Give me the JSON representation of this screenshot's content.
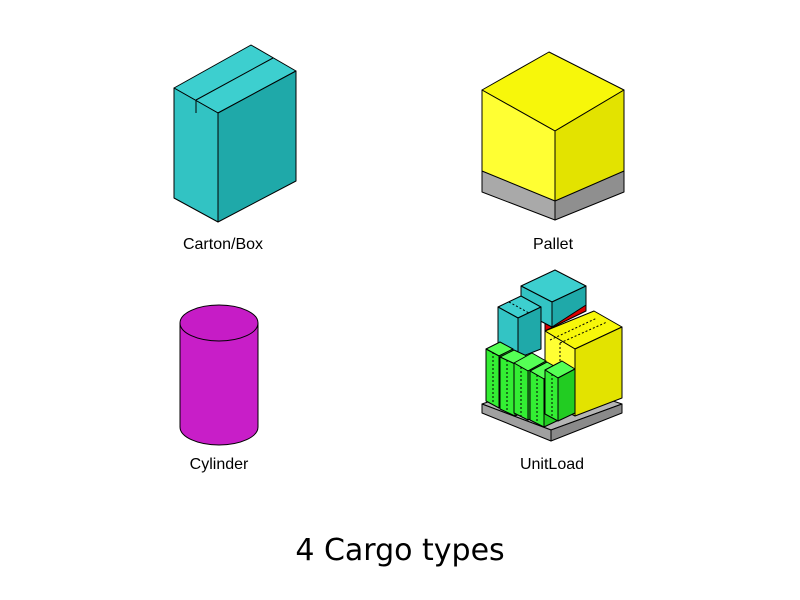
{
  "caption": "4 Cargo types",
  "cargo_types": [
    {
      "label": "Carton/Box",
      "icon": "carton-box-icon",
      "colors": {
        "top": "#3dcfcf",
        "left": "#32c3c3",
        "right": "#1fa9a9"
      }
    },
    {
      "label": "Pallet",
      "icon": "pallet-icon",
      "colors": {
        "top": "#f7f70a",
        "left": "#ffff33",
        "right": "#e3e300",
        "base": "#a9a9a9"
      }
    },
    {
      "label": "Cylinder",
      "icon": "cylinder-icon",
      "colors": {
        "body": "#c81ec8",
        "top": "#c61cc6"
      }
    },
    {
      "label": "UnitLoad",
      "icon": "unit-load-icon",
      "colors": {
        "green": "#33ee33",
        "cyan": "#33c4c4",
        "yellow": "#f2f20c",
        "red": "#dd0000",
        "base": "#a0a0a0"
      }
    }
  ]
}
